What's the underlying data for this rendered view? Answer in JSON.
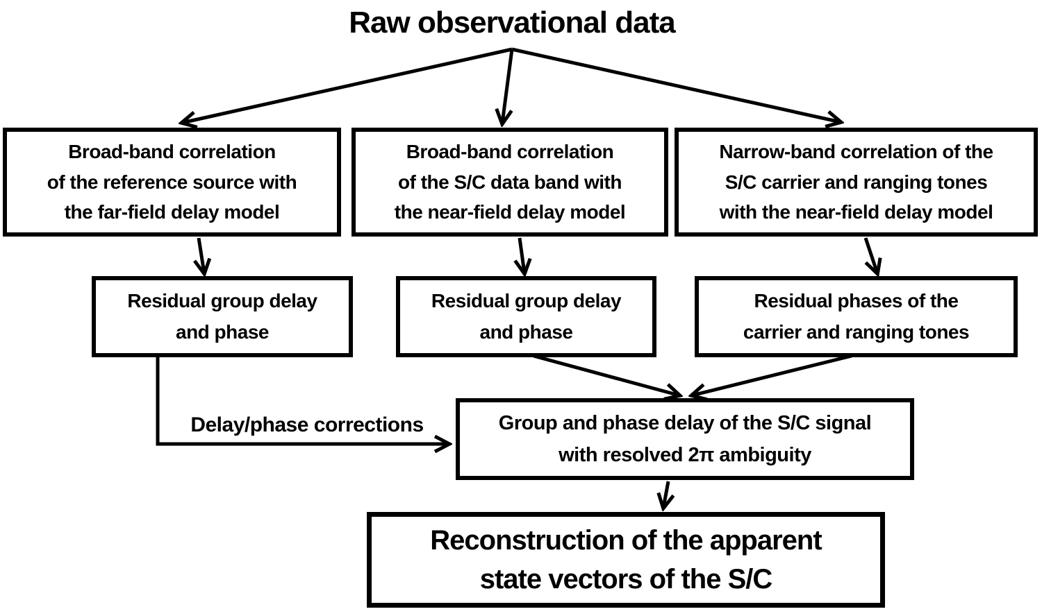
{
  "colors": {
    "ink": "#000000",
    "paper": "#ffffff"
  },
  "diagram": {
    "title": "Raw observational data",
    "nodes": {
      "b1": {
        "lines": [
          "Broad-band correlation",
          "of the reference source with",
          "the far-field delay model"
        ]
      },
      "b2": {
        "lines": [
          "Broad-band correlation",
          "of the S/C data band with",
          "the near-field delay model"
        ]
      },
      "b3": {
        "lines": [
          "Narrow-band correlation of the",
          "S/C carrier and ranging tones",
          "with the near-field delay model"
        ]
      },
      "r1": {
        "lines": [
          "Residual group delay",
          "and phase"
        ]
      },
      "r2": {
        "lines": [
          "Residual group delay",
          "and phase"
        ]
      },
      "r3": {
        "lines": [
          "Residual phases of the",
          "carrier and ranging tones"
        ]
      },
      "g": {
        "lines": [
          "Group and phase delay of the S/C signal",
          "with resolved 2π ambiguity"
        ]
      },
      "rec": {
        "lines": [
          "Reconstruction of the apparent",
          "state vectors of the S/C"
        ]
      }
    },
    "edge_label": "Delay/phase corrections"
  }
}
